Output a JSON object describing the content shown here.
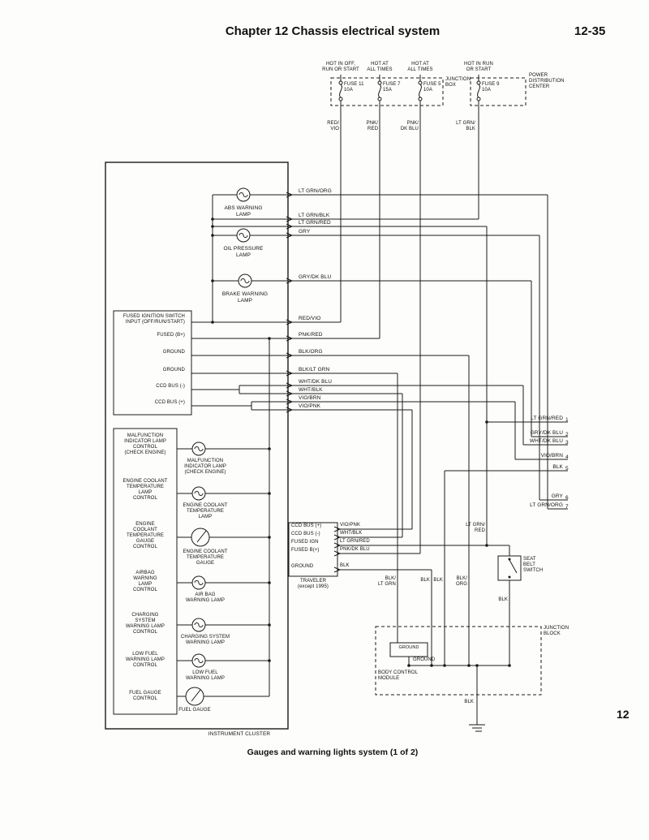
{
  "header": {
    "title": "Chapter 12 Chassis electrical system",
    "page_number": "12-35"
  },
  "footer": {
    "caption": "Gauges and warning lights system (1 of 2)",
    "chapter_tab": "12"
  },
  "power": {
    "junction_box": "JUNCTION\nBOX",
    "pdc": "POWER\nDISTRIBUTION\nCENTER",
    "fuses": [
      {
        "condition": "HOT IN OFF,\nRUN OR START",
        "name": "FUSE 11\n10A",
        "wire": "RED/\nVIO"
      },
      {
        "condition": "HOT AT\nALL TIMES",
        "name": "FUSE 7\n15A",
        "wire": "PNK/\nRED"
      },
      {
        "condition": "HOT AT\nALL TIMES",
        "name": "FUSE 5\n10A",
        "wire": "PNK/\nDK BLU"
      },
      {
        "condition": "HOT IN RUN\nOR START",
        "name": "FUSE 9\n10A",
        "wire": "LT GRN/\nBLK"
      }
    ]
  },
  "cluster": {
    "name": "INSTRUMENT CLUSTER",
    "top_lamps": [
      "ABS WARNING\nLAMP",
      "OIL PRESSURE\nLAMP",
      "BRAKE WARNING\nLAMP"
    ],
    "edge_wires": [
      "LT GRN/ORG",
      "LT GRN/BLK",
      "LT GRN/RED",
      "GRY",
      "GRY/DK BLU",
      "RED/VIO",
      "PNK/RED",
      "BLK/ORG",
      "BLK/LT GRN",
      "WHT/DK BLU",
      "WHT/BLK",
      "VIO/BRN",
      "VIO/PNK"
    ],
    "inputs": [
      "FUSED IGNITION SWITCH\nINPUT (OFF/RUN/START)",
      "FUSED (B+)",
      "GROUND",
      "GROUND",
      "CCD BUS (-)",
      "CCD BUS (+)"
    ],
    "controls": [
      {
        "control": "MALFUNCTION\nINDICATOR LAMP\nCONTROL\n(CHECK ENGINE)",
        "device": "MALFUNCTION\nINDICATOR LAMP\n(CHECK ENGINE)"
      },
      {
        "control": "ENGINE COOLANT\nTEMPERATURE\nLAMP\nCONTROL",
        "device": "ENGINE COOLANT\nTEMPERATURE\nLAMP"
      },
      {
        "control": "ENGINE\nCOOLANT\nTEMPERATURE\nGAUGE\nCONTROL",
        "device": "ENGINE COOLANT\nTEMPERATURE\nGAUGE"
      },
      {
        "control": "AIRBAG\nWARNING\nLAMP\nCONTROL",
        "device": "AIR BAG\nWARNING LAMP"
      },
      {
        "control": "CHARGING\nSYSTEM\nWARNING LAMP\nCONTROL",
        "device": "CHARGING SYSTEM\nWARNING LAMP"
      },
      {
        "control": "LOW FUEL\nWARNING LAMP\nCONTROL",
        "device": "LOW FUEL\nWARNING LAMP"
      },
      {
        "control": "FUEL GAUGE\nCONTROL",
        "device": "FUEL GAUGE"
      }
    ]
  },
  "traveler": {
    "caption": "TRAVELER\n(except 1995)",
    "pins": [
      {
        "name": "CCD BUS (+)",
        "wire": "VIO/PNK"
      },
      {
        "name": "CCD BUS (-)",
        "wire": "WHT/BLK"
      },
      {
        "name": "FUSED IGN",
        "wire": "LT GRN/RED"
      },
      {
        "name": "FUSED B(+)",
        "wire": "PNK/DK BLU"
      },
      {
        "name": "GROUND",
        "wire": "BLK"
      }
    ]
  },
  "connector_pins": [
    {
      "num": "1",
      "wire": "LT GRN/RED"
    },
    {
      "num": "2",
      "wire": "GRY/DK BLU"
    },
    {
      "num": "3",
      "wire": "WHT/DK BLU"
    },
    {
      "num": "4",
      "wire": "VIO/BRN"
    },
    {
      "num": "5",
      "wire": "BLK"
    },
    {
      "num": "6",
      "wire": "GRY"
    },
    {
      "num": "7",
      "wire": "LT GRN/ORG"
    }
  ],
  "seat_belt": {
    "name": "SEAT\nBELT\nSWITCH",
    "wire_in": "LT GRN/\nRED",
    "wire_out": "BLK"
  },
  "junction_block": {
    "name": "JUNCTION\nBLOCK",
    "ground_box": "GROUND",
    "ground_node": "GROUND",
    "bcm": "BODY CONTROL\nMODULE",
    "wires_in": [
      "BLK/\nLT GRN",
      "BLK",
      "BLK",
      "BLK/\nORG"
    ],
    "wire_out": "BLK"
  },
  "colors": {
    "ink": "#1a1a1a",
    "paper": "#fdfdfb"
  }
}
